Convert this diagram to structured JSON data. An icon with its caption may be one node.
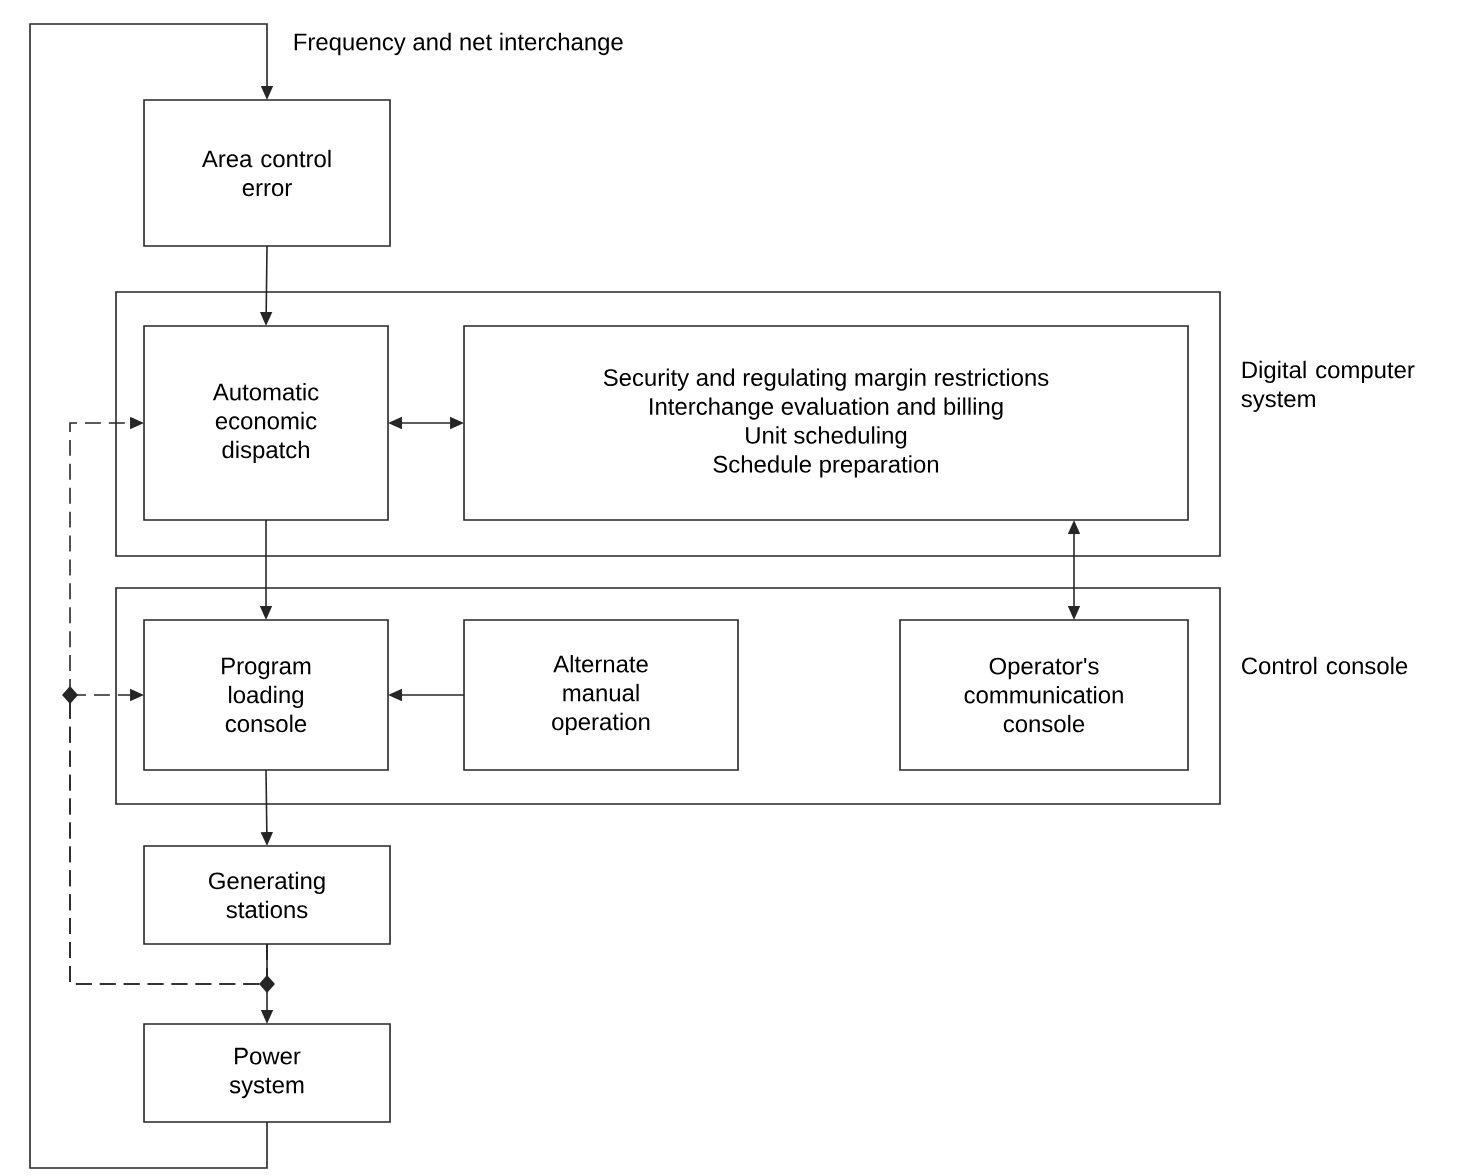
{
  "diagram": {
    "nodes": [
      {
        "text": [
          "Area control error"
        ]
      },
      {
        "text": [
          "Digital computer system"
        ]
      },
      {
        "text": [
          "Automatic economic dispatch"
        ],
        "in": 1
      },
      {
        "text": [
          "Security and regulating margin restrictions",
          "Interchange evaluation and billing",
          "Unit scheduling",
          "Schedule preparation"
        ],
        "in": 1
      },
      {
        "text": [
          "Control console"
        ]
      },
      {
        "text": [
          "Program loading console"
        ],
        "in": 4
      },
      {
        "text": [
          "Alternate manual operation"
        ],
        "in": 4
      },
      {
        "text": [
          "Operator's communication console"
        ],
        "in": 4
      },
      {
        "text": [
          "Generating stations"
        ]
      },
      {
        "text": [
          "Power system"
        ]
      }
    ],
    "edges": [
      {
        "from": 9,
        "to": 0,
        "arrow": "to",
        "label": "Frequency and net interchange"
      },
      {
        "from": 0,
        "to": 2,
        "arrow": "to"
      },
      {
        "from": 2,
        "to": 3,
        "arrow": "both"
      },
      {
        "from": 3,
        "to": 7,
        "arrow": "both"
      },
      {
        "from": 2,
        "to": 5,
        "arrow": "to"
      },
      {
        "from": 6,
        "to": 5,
        "arrow": "to"
      },
      {
        "from": 5,
        "to": 8,
        "arrow": "to"
      },
      {
        "from": 8,
        "to": 9,
        "arrow": "to"
      },
      {
        "from": 8,
        "to": 2,
        "arrow": "to",
        "style": "dashed"
      },
      {
        "from": 8,
        "to": 5,
        "arrow": "to",
        "style": "dashed"
      }
    ]
  }
}
